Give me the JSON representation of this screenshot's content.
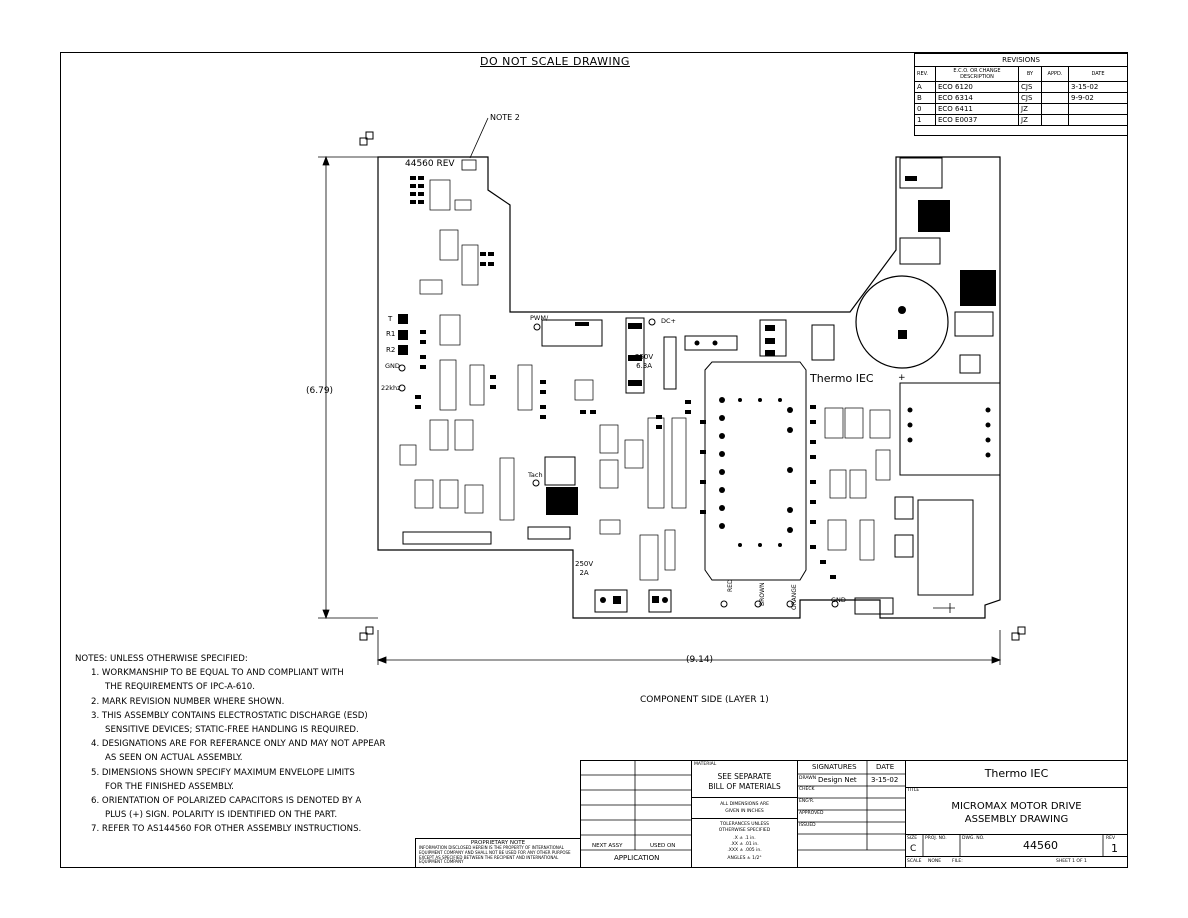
{
  "header": {
    "do_not_scale": "DO NOT SCALE DRAWING"
  },
  "revisions": {
    "title": "REVISIONS",
    "columns": [
      "REV.",
      "E.C.O. OR CHANGE DESCRIPTION",
      "BY",
      "APPD.",
      "DATE"
    ],
    "rows": [
      {
        "rev": "A",
        "desc": "ECO 6120",
        "by": "CJS",
        "appd": "",
        "date": "3-15-02"
      },
      {
        "rev": "B",
        "desc": "ECO 6314",
        "by": "CJS",
        "appd": "",
        "date": "9-9-02"
      },
      {
        "rev": "0",
        "desc": "ECO 6411",
        "by": "JZ",
        "appd": "",
        "date": ""
      },
      {
        "rev": "1",
        "desc": "ECO E0037",
        "by": "JZ",
        "appd": "",
        "date": ""
      }
    ]
  },
  "board": {
    "note_callout": "NOTE 2",
    "part_rev": "44560 REV",
    "brand": "Thermo IEC",
    "pwm": "PWM/",
    "dc_plus": "DC+",
    "fuse1": [
      "250V",
      "6.3A"
    ],
    "fuse2": [
      "250V",
      "2A"
    ],
    "tach": "Tach",
    "gnd_left": "GND",
    "gnd_bottom": "GND",
    "khz": "22khz",
    "t_label": "T",
    "r1": "R1",
    "r2": "R2",
    "wire_colors": [
      "RED",
      "BROWN",
      "ORANGE"
    ],
    "width_dim": "(9.14)",
    "height_dim": "(6.79)",
    "view_label": "COMPONENT SIDE (LAYER 1)"
  },
  "notes": {
    "heading": "NOTES: UNLESS OTHERWISE SPECIFIED:",
    "items": [
      [
        "1. WORKMANSHIP TO BE EQUAL TO AND COMPLIANT WITH",
        "THE REQUIREMENTS OF IPC-A-610."
      ],
      [
        "2. MARK REVISION NUMBER WHERE SHOWN."
      ],
      [
        "3. THIS ASSEMBLY CONTAINS ELECTROSTATIC DISCHARGE (ESD)",
        "SENSITIVE DEVICES; STATIC-FREE HANDLING IS REQUIRED."
      ],
      [
        "4. DESIGNATIONS ARE FOR REFERANCE ONLY AND MAY NOT APPEAR",
        "AS SEEN ON ACTUAL ASSEMBLY."
      ],
      [
        "5. DIMENSIONS SHOWN SPECIFY MAXIMUM ENVELOPE LIMITS",
        "FOR THE FINISHED ASSEMBLY."
      ],
      [
        "6. ORIENTATION OF POLARIZED CAPACITORS IS DENOTED BY A",
        "PLUS (+) SIGN. POLARITY IS IDENTIFIED ON THE PART."
      ],
      [
        "7. REFER TO AS144560 FOR OTHER ASSEMBLY INSTRUCTIONS."
      ]
    ]
  },
  "title_block": {
    "proprietary_title": "PROPRIETARY NOTE",
    "proprietary_text": "INFORMATION DISCLOSED HEREIN IS THE PROPERTY OF INTERNATIONAL EQUIPMENT COMPANY AND SHALL NOT BE USED FOR ANY OTHER PURPOSE EXCEPT AS SPECIFIED BETWEEN THE RECIPIENT AND INTERNATIONAL EQUIPMENT COMPANY",
    "next_assy": "NEXT ASSY",
    "used_on": "USED ON",
    "application": "APPLICATION",
    "material_label": "MATERIAL",
    "material": [
      "SEE SEPARATE",
      "BILL OF MATERIALS"
    ],
    "dims_note": [
      "ALL DIMENSIONS ARE",
      "GIVEN IN INCHES"
    ],
    "tol_head": [
      "TOLERANCES UNLESS",
      "OTHERWISE SPECIFIED"
    ],
    "tol_rows": [
      ".X  ± .1  in.",
      ".XX  ± .01  in.",
      ".XXX  ± .005  in."
    ],
    "angles": "ANGLES ± 1/2°",
    "signatures": "SIGNATURES",
    "date_col": "DATE",
    "drawn_label": "DRAWN",
    "drawn_by": "Design Net",
    "drawn_date": "3-15-02",
    "check": "CHECK",
    "engr": "ENG'R.",
    "approved": "APPROVED",
    "issued": "ISSUED",
    "company": "Thermo IEC",
    "title_label": "TITLE",
    "title_lines": [
      "MICROMAX MOTOR DRIVE",
      "ASSEMBLY DRAWING"
    ],
    "size_label": "SIZE",
    "size": "C",
    "proj_label": "PROJ. NO.",
    "dwg_label": "DWG. NO.",
    "dwg_no": "44560",
    "rev_label": "REV",
    "rev": "1",
    "scale_label": "SCALE",
    "scale": "NONE",
    "file_label": "FILE:",
    "sheet": "SHEET   1   OF   1"
  }
}
